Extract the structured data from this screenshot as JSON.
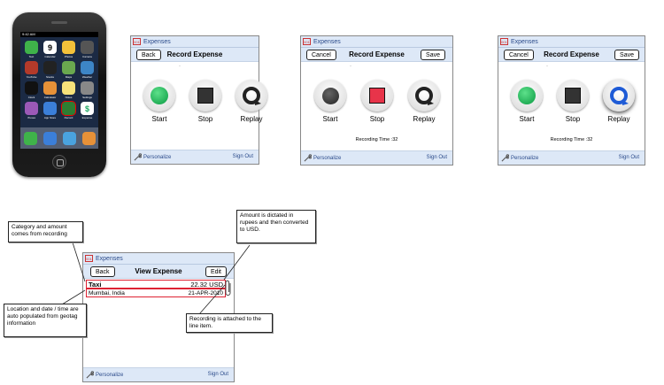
{
  "phone": {
    "status_time": "9:42 AM",
    "apps": [
      {
        "label": "Text",
        "color": "#3fb34a"
      },
      {
        "label": "Calendar",
        "color": "#ffffff",
        "text": "9"
      },
      {
        "label": "Photos",
        "color": "#f3c13a"
      },
      {
        "label": "Camera",
        "color": "#555555"
      },
      {
        "label": "YouTube",
        "color": "#b33a2a"
      },
      {
        "label": "Stocks",
        "color": "#222222"
      },
      {
        "label": "Maps",
        "color": "#6aa84f"
      },
      {
        "label": "Weather",
        "color": "#3d85c6"
      },
      {
        "label": "Clock",
        "color": "#111111"
      },
      {
        "label": "Calculator",
        "color": "#e69138"
      },
      {
        "label": "Notes",
        "color": "#f6e27a"
      },
      {
        "label": "Settings",
        "color": "#888888"
      },
      {
        "label": "iTunes",
        "color": "#9b59b6"
      },
      {
        "label": "App Store",
        "color": "#3b7fd9"
      },
      {
        "label": "Record",
        "color": "#2e7d32",
        "selected": true
      },
      {
        "label": "Expense",
        "color": "#ffffff",
        "text": "$"
      }
    ],
    "dock": [
      "#3fb34a",
      "#3b7fd9",
      "#4aa3df",
      "#e69138"
    ]
  },
  "screens": {
    "record1": {
      "app_name": "Expenses",
      "left_button": "Back",
      "title": "Record Expense",
      "controls": [
        {
          "label": "Start"
        },
        {
          "label": "Stop"
        },
        {
          "label": "Replay"
        }
      ],
      "footer_left": "Personalize",
      "footer_right": "Sign Out"
    },
    "record2": {
      "app_name": "Expenses",
      "left_button": "Cancel",
      "title": "Record Expense",
      "right_button": "Save",
      "controls": [
        {
          "label": "Start"
        },
        {
          "label": "Stop"
        },
        {
          "label": "Replay"
        }
      ],
      "recording_time": "Recording Time :32",
      "footer_left": "Personalize",
      "footer_right": "Sign Out"
    },
    "record3": {
      "app_name": "Expenses",
      "left_button": "Cancel",
      "title": "Record Expense",
      "right_button": "Save",
      "controls": [
        {
          "label": "Start"
        },
        {
          "label": "Stop"
        },
        {
          "label": "Replay"
        }
      ],
      "recording_time": "Recording Time :32",
      "footer_left": "Personalize",
      "footer_right": "Sign Out"
    },
    "view": {
      "app_name": "Expenses",
      "left_button": "Back",
      "title": "View Expense",
      "right_button": "Edit",
      "category": "Taxi",
      "amount": "22.32 USD",
      "location": "Mumbai, India",
      "date": "21-APR-2010",
      "footer_left": "Personalize",
      "footer_right": "Sign Out"
    }
  },
  "notes": {
    "category": "Category and amount comes from recording",
    "amount": "Amount is dictated in rupees and then converted to USD.",
    "location": "Location and date / time are auto populated from geotag information",
    "recording": "Recording is attached to the line item."
  },
  "colors": {
    "accent_red": "#e8344a",
    "green": "#0a9a42",
    "blue_replay": "#1e5bd6",
    "header_bg": "#dde8f7"
  }
}
